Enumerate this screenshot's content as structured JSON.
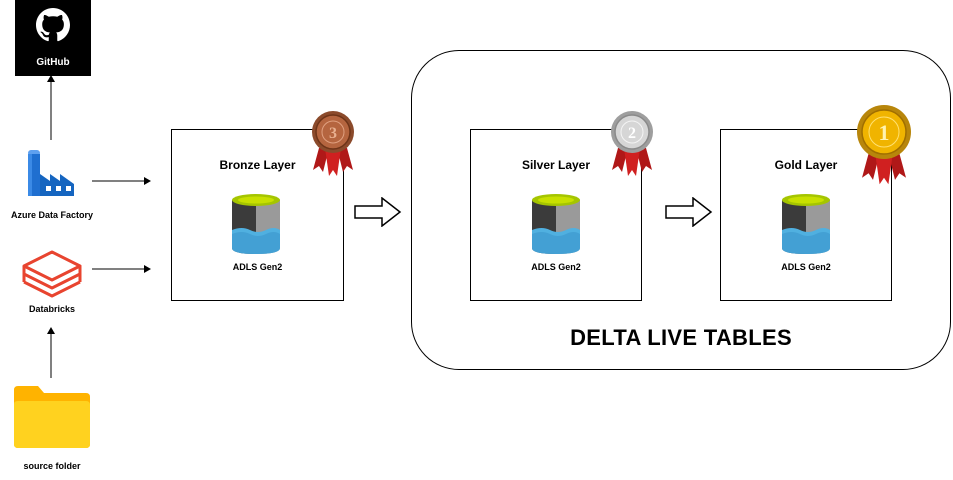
{
  "sources": {
    "github": {
      "label": "GitHub",
      "icon": "github-icon"
    },
    "adf": {
      "label": "Azure Data Factory",
      "icon": "azure-data-factory-icon"
    },
    "databricks": {
      "label": "Databricks",
      "icon": "databricks-icon"
    },
    "source_folder": {
      "label": "source folder",
      "icon": "folder-icon"
    }
  },
  "layers": [
    {
      "title": "Bronze Layer",
      "storage_label": "ADLS Gen2",
      "medal_number": "3",
      "medal_color": "#a0522d"
    },
    {
      "title": "Silver Layer",
      "storage_label": "ADLS Gen2",
      "medal_number": "2",
      "medal_color": "#c0c0c0"
    },
    {
      "title": "Gold Layer",
      "storage_label": "ADLS Gen2",
      "medal_number": "1",
      "medal_color": "#e0a800"
    }
  ],
  "dlt": {
    "title": "DELTA LIVE TABLES"
  },
  "colors": {
    "adls_dark": "#3b3b3b",
    "adls_gray": "#9a9a9a",
    "adls_blue": "#50b0e0",
    "adls_lime": "#a5c500",
    "databricks_red": "#e8442f",
    "folder_yellow": "#ffc300",
    "ribbon_red": "#b01818"
  }
}
